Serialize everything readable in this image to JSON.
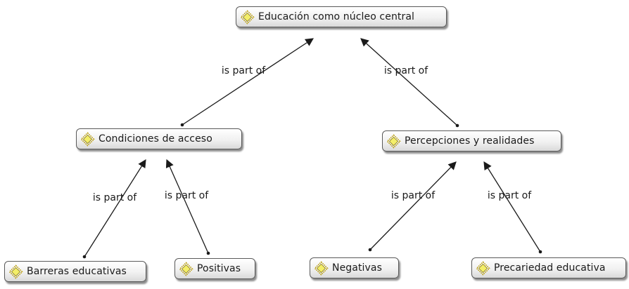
{
  "nodes": {
    "root": "Educación como núcleo central",
    "condiciones": "Condiciones de acceso",
    "percepciones": "Percepciones y realidades",
    "barreras": "Barreras educativas",
    "positivas": "Positivas",
    "negativas": "Negativas",
    "precariedad": "Precariedad educativa"
  },
  "relations": [
    {
      "from": "Condiciones de acceso",
      "to": "Educación como núcleo central",
      "label": "is part of"
    },
    {
      "from": "Percepciones y realidades",
      "to": "Educación como núcleo central",
      "label": "is part of"
    },
    {
      "from": "Barreras educativas",
      "to": "Condiciones de acceso",
      "label": "is part of"
    },
    {
      "from": "Positivas",
      "to": "Condiciones de acceso",
      "label": "is part of"
    },
    {
      "from": "Negativas",
      "to": "Percepciones y realidades",
      "label": "is part of"
    },
    {
      "from": "Precariedad educativa",
      "to": "Percepciones y realidades",
      "label": "is part of"
    }
  ],
  "icons": {
    "node_icon": "code-diamond-icon"
  },
  "colors": {
    "icon_fill": "#f3ee6a",
    "icon_stroke": "#b89b0a",
    "border": "#5a5a5a",
    "edge": "#1a1a1a"
  }
}
